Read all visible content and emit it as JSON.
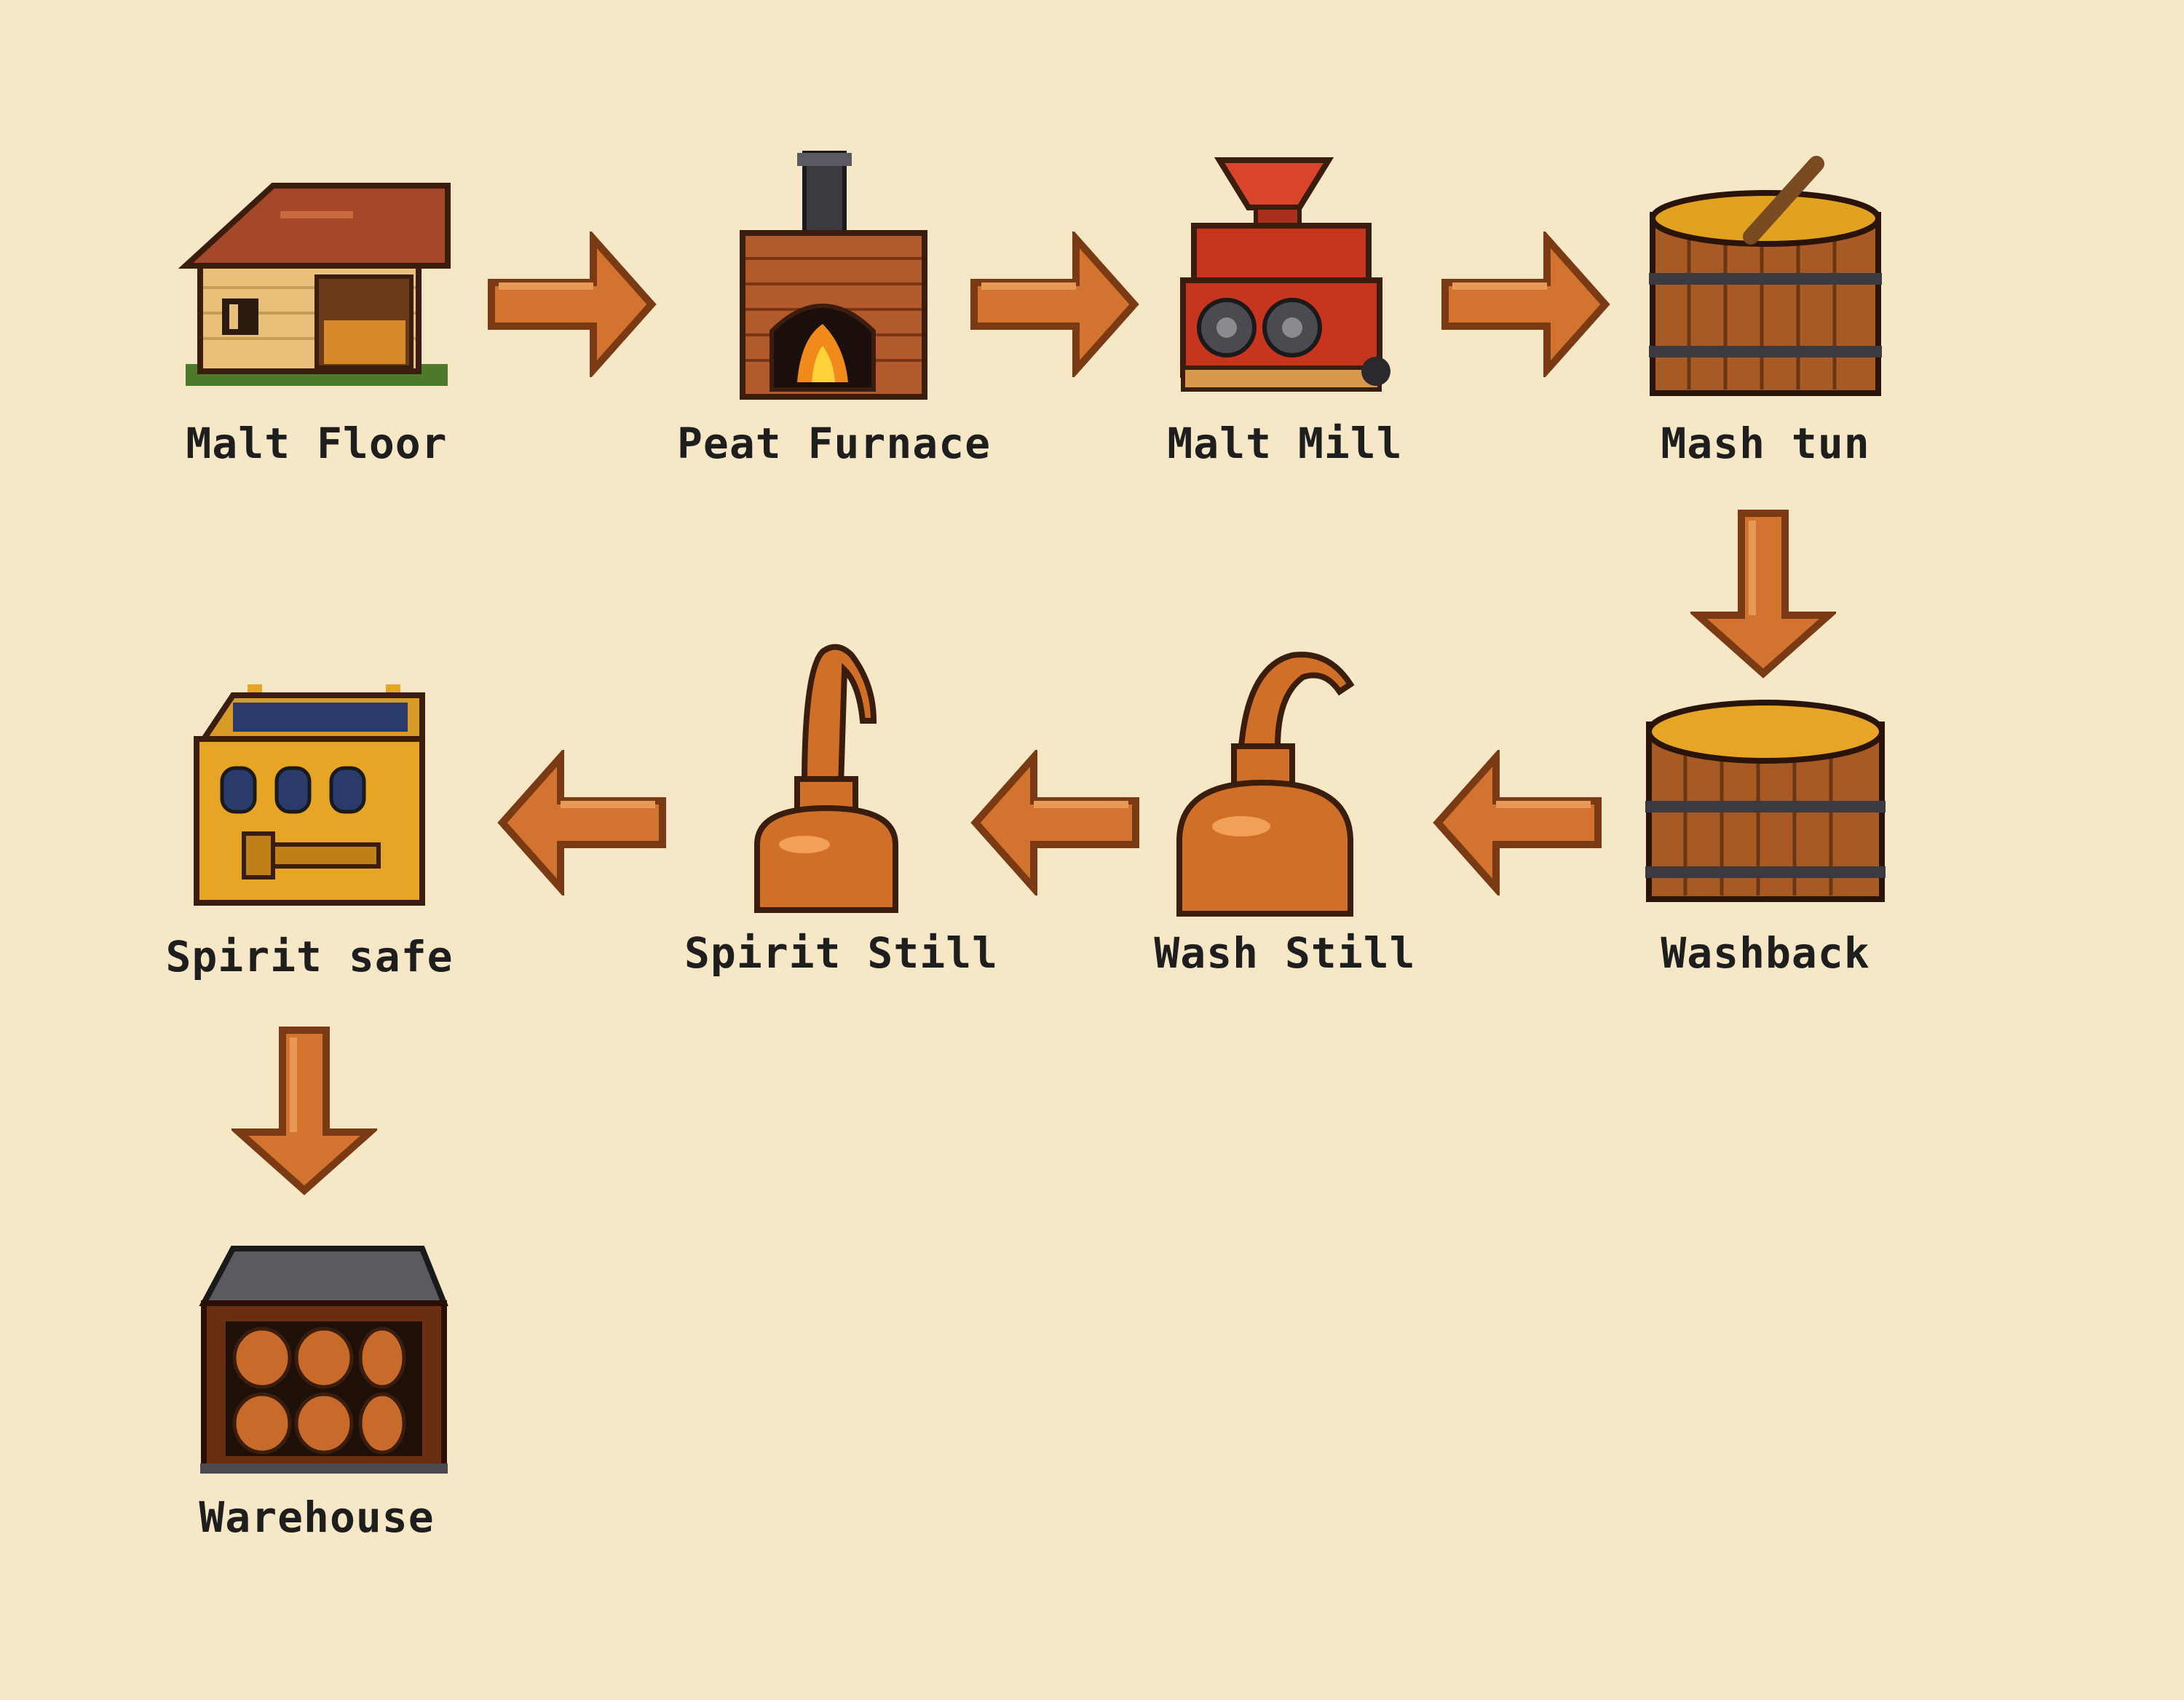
{
  "diagram": {
    "background": "#f6e7c6",
    "arrow_color": "#d2732f",
    "stages": [
      {
        "id": "malt-floor",
        "label": "Malt Floor",
        "icon": "malt-floor-icon"
      },
      {
        "id": "peat-furnace",
        "label": "Peat Furnace",
        "icon": "peat-furnace-icon"
      },
      {
        "id": "malt-mill",
        "label": "Malt Mill",
        "icon": "malt-mill-icon"
      },
      {
        "id": "mash-tun",
        "label": "Mash tun",
        "icon": "mash-tun-icon"
      },
      {
        "id": "washback",
        "label": "Washback",
        "icon": "washback-icon"
      },
      {
        "id": "wash-still",
        "label": "Wash Still",
        "icon": "wash-still-icon"
      },
      {
        "id": "spirit-still",
        "label": "Spirit Still",
        "icon": "spirit-still-icon"
      },
      {
        "id": "spirit-safe",
        "label": "Spirit safe",
        "icon": "spirit-safe-icon"
      },
      {
        "id": "warehouse",
        "label": "Warehouse",
        "icon": "warehouse-icon"
      }
    ],
    "flow": [
      {
        "from": "Malt Floor",
        "to": "Peat Furnace",
        "direction": "right"
      },
      {
        "from": "Peat Furnace",
        "to": "Malt Mill",
        "direction": "right"
      },
      {
        "from": "Malt Mill",
        "to": "Mash tun",
        "direction": "right"
      },
      {
        "from": "Mash tun",
        "to": "Washback",
        "direction": "down"
      },
      {
        "from": "Washback",
        "to": "Wash Still",
        "direction": "left"
      },
      {
        "from": "Wash Still",
        "to": "Spirit Still",
        "direction": "left"
      },
      {
        "from": "Spirit Still",
        "to": "Spirit safe",
        "direction": "left"
      },
      {
        "from": "Spirit safe",
        "to": "Warehouse",
        "direction": "down"
      }
    ]
  }
}
